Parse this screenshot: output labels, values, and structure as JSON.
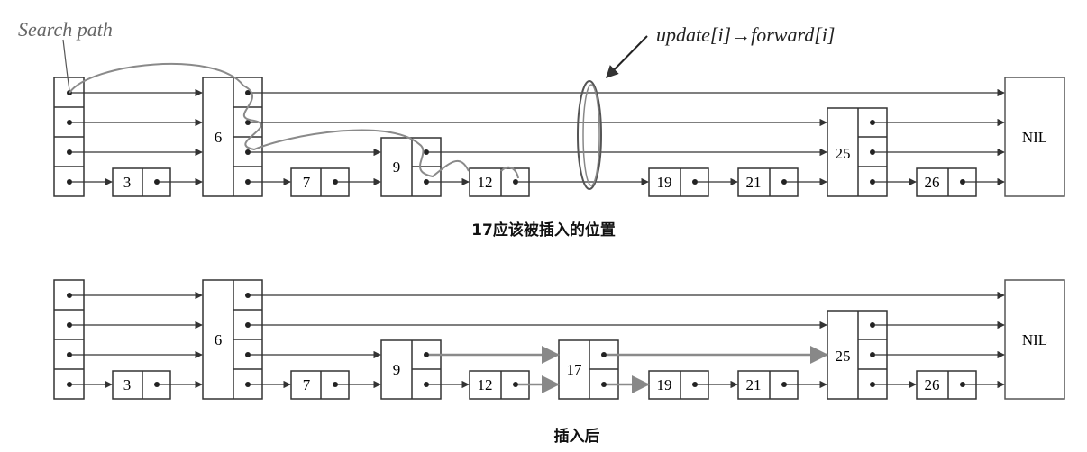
{
  "labels": {
    "search_path": "Search path",
    "update_forward": "update[i]→forward[i]",
    "caption_before": "17应该被插入的位置",
    "caption_after": "插入后"
  },
  "before": {
    "nodes": [
      "3",
      "6",
      "7",
      "9",
      "12",
      "19",
      "21",
      "25",
      "26"
    ],
    "nil": "NIL"
  },
  "after": {
    "nodes": [
      "3",
      "6",
      "7",
      "9",
      "12",
      "17",
      "19",
      "21",
      "25",
      "26"
    ],
    "nil": "NIL"
  }
}
